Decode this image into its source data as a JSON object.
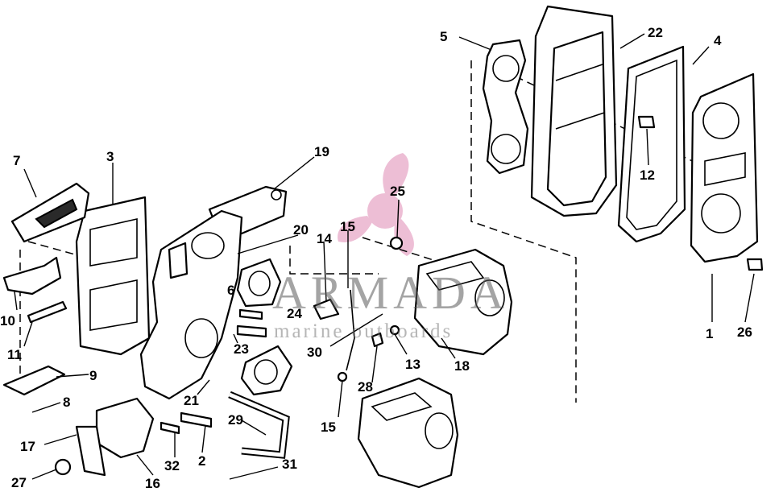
{
  "watermark": {
    "brand": "ARMADA",
    "tagline": "marine outboards",
    "logo_color": "#e8a9c8"
  },
  "callouts": [
    {
      "id": "c1",
      "text": "1"
    },
    {
      "id": "c2",
      "text": "2"
    },
    {
      "id": "c3",
      "text": "3"
    },
    {
      "id": "c4",
      "text": "4"
    },
    {
      "id": "c5",
      "text": "5"
    },
    {
      "id": "c6",
      "text": "6"
    },
    {
      "id": "c7",
      "text": "7"
    },
    {
      "id": "c8",
      "text": "8"
    },
    {
      "id": "c9",
      "text": "9"
    },
    {
      "id": "c10",
      "text": "10"
    },
    {
      "id": "c11",
      "text": "11"
    },
    {
      "id": "c12",
      "text": "12"
    },
    {
      "id": "c13",
      "text": "13"
    },
    {
      "id": "c14",
      "text": "14"
    },
    {
      "id": "c15a",
      "text": "15"
    },
    {
      "id": "c15b",
      "text": "15"
    },
    {
      "id": "c16",
      "text": "16"
    },
    {
      "id": "c17",
      "text": "17"
    },
    {
      "id": "c18",
      "text": "18"
    },
    {
      "id": "c19",
      "text": "19"
    },
    {
      "id": "c20",
      "text": "20"
    },
    {
      "id": "c21",
      "text": "21"
    },
    {
      "id": "c22",
      "text": "22"
    },
    {
      "id": "c23",
      "text": "23"
    },
    {
      "id": "c24",
      "text": "24"
    },
    {
      "id": "c25",
      "text": "25"
    },
    {
      "id": "c26",
      "text": "26"
    },
    {
      "id": "c27",
      "text": "27"
    },
    {
      "id": "c28",
      "text": "28"
    },
    {
      "id": "c29",
      "text": "29"
    },
    {
      "id": "c30",
      "text": "30"
    },
    {
      "id": "c31",
      "text": "31"
    },
    {
      "id": "c32",
      "text": "32"
    }
  ]
}
